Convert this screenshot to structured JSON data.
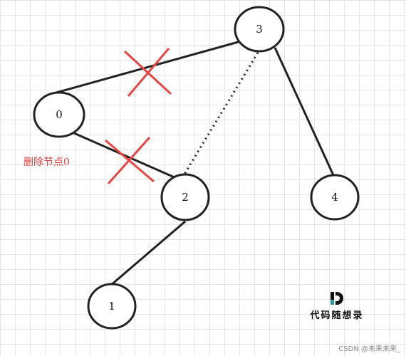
{
  "nodes": [
    {
      "id": "node-3",
      "label": "3"
    },
    {
      "id": "node-0",
      "label": "0"
    },
    {
      "id": "node-2",
      "label": "2"
    },
    {
      "id": "node-4",
      "label": "4"
    },
    {
      "id": "node-1",
      "label": "1"
    }
  ],
  "edges": [
    {
      "from": "0",
      "to": "3",
      "style": "solid",
      "deleted": true
    },
    {
      "from": "0",
      "to": "2",
      "style": "solid",
      "deleted": true
    },
    {
      "from": "3",
      "to": "2",
      "style": "dotted",
      "deleted": false
    },
    {
      "from": "3",
      "to": "4",
      "style": "solid",
      "deleted": false
    },
    {
      "from": "2",
      "to": "1",
      "style": "solid",
      "deleted": false
    }
  ],
  "annotation": "删除节点0",
  "logo": {
    "text": "代码随想录"
  },
  "watermark": "CSDN @未来未来_",
  "colors": {
    "cross": "#e84545",
    "annotation": "#e23c3c",
    "edge": "#222222",
    "grid": "#e4e4e4",
    "logo_accent": "#2a9da4"
  }
}
